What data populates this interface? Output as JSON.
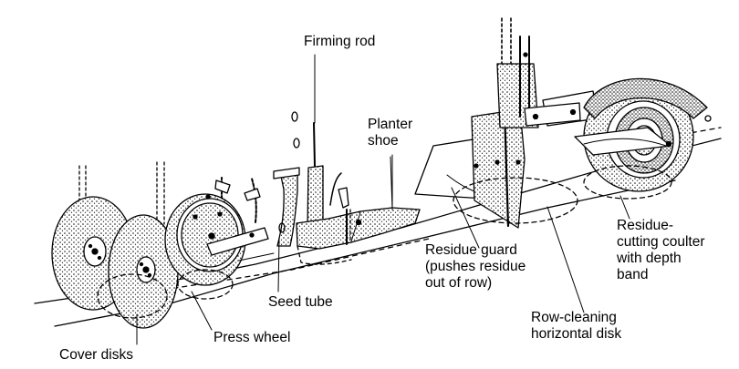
{
  "labels": {
    "firming_rod": "Firming rod",
    "planter_shoe": [
      "Planter",
      "shoe"
    ],
    "seed_tube": "Seed tube",
    "press_wheel": "Press wheel",
    "cover_disks": "Cover disks",
    "residue_guard": [
      "Residue guard",
      "(pushes residue",
      "out of row)"
    ],
    "row_cleaning": [
      "Row-cleaning",
      "horizontal disk"
    ],
    "coulter": [
      "Residue-",
      "cutting coulter",
      "with depth",
      "band"
    ]
  },
  "colors": {
    "ink": "#000000",
    "background": "#ffffff"
  }
}
